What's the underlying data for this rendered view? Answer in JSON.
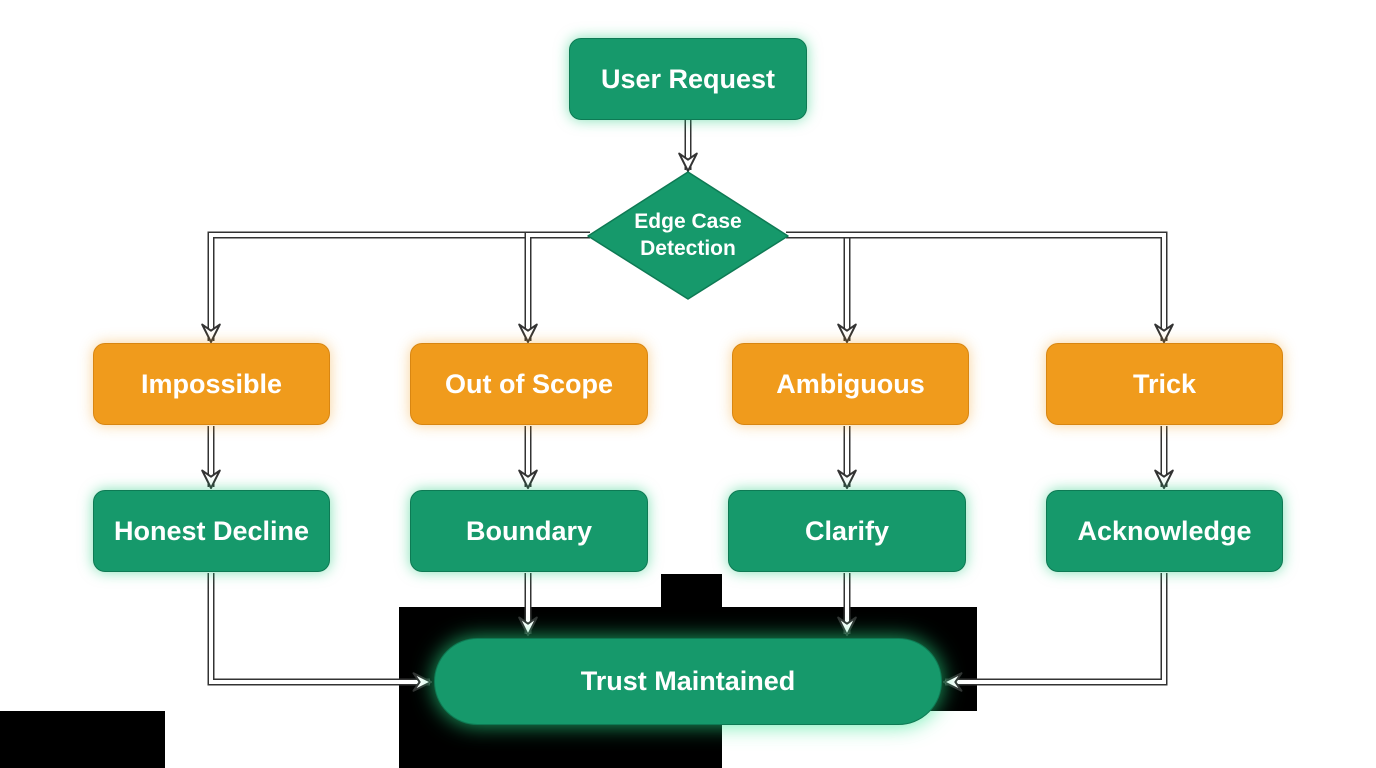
{
  "nodes": {
    "start": "User Request",
    "decision": "Edge Case\nDetection",
    "categories": [
      "Impossible",
      "Out of Scope",
      "Ambiguous",
      "Trick"
    ],
    "responses": [
      "Honest Decline",
      "Boundary",
      "Clarify",
      "Acknowledge"
    ],
    "end": "Trust Maintained"
  },
  "colors": {
    "green": "#16996b",
    "orange": "#f09b1c",
    "connector": "#333333"
  }
}
